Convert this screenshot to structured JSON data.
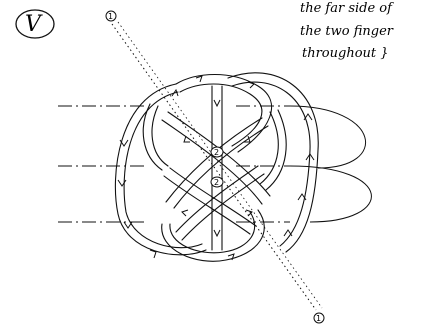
{
  "figure": {
    "roman_numeral": "V",
    "note_lines": [
      "the far side of",
      "the two finger",
      "throughout }"
    ],
    "axis_label_top": "1",
    "axis_label_bottom": "1",
    "marker_upper": "2",
    "marker_lower": "2"
  },
  "colors": {
    "ink": "#111111",
    "paper": "#ffffff"
  }
}
